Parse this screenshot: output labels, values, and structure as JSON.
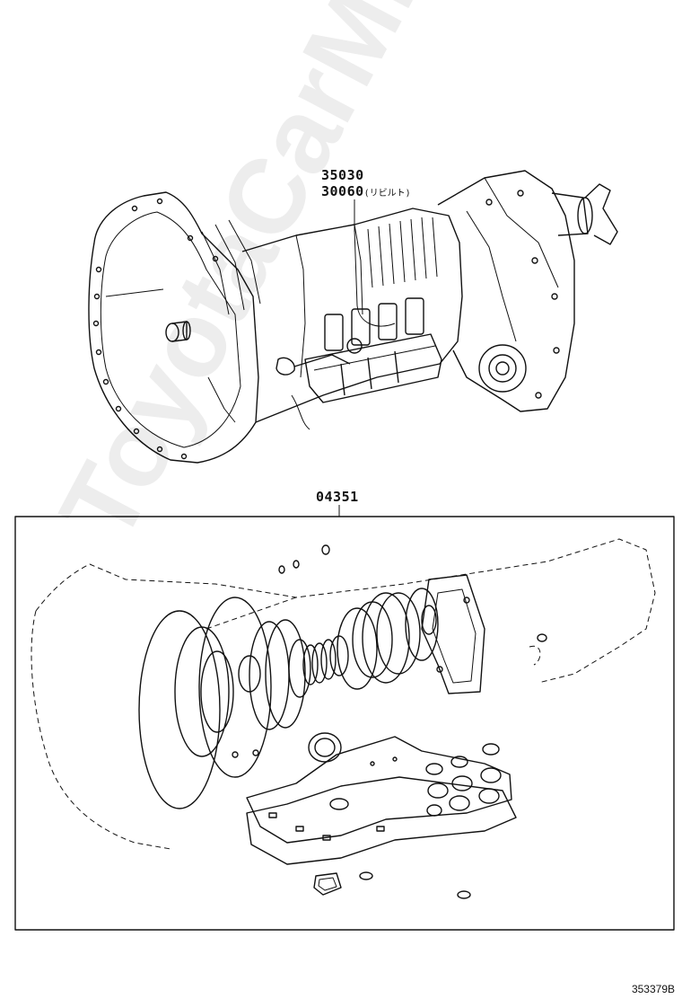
{
  "labels": {
    "part_1": "35030",
    "part_2": "30060",
    "part_2_note": "(リビルト)",
    "part_3": "04351"
  },
  "diagram_code": "353379B",
  "watermark": "ToyotaCarMiner.ru",
  "colors": {
    "line": "#111111",
    "background": "#ffffff"
  }
}
